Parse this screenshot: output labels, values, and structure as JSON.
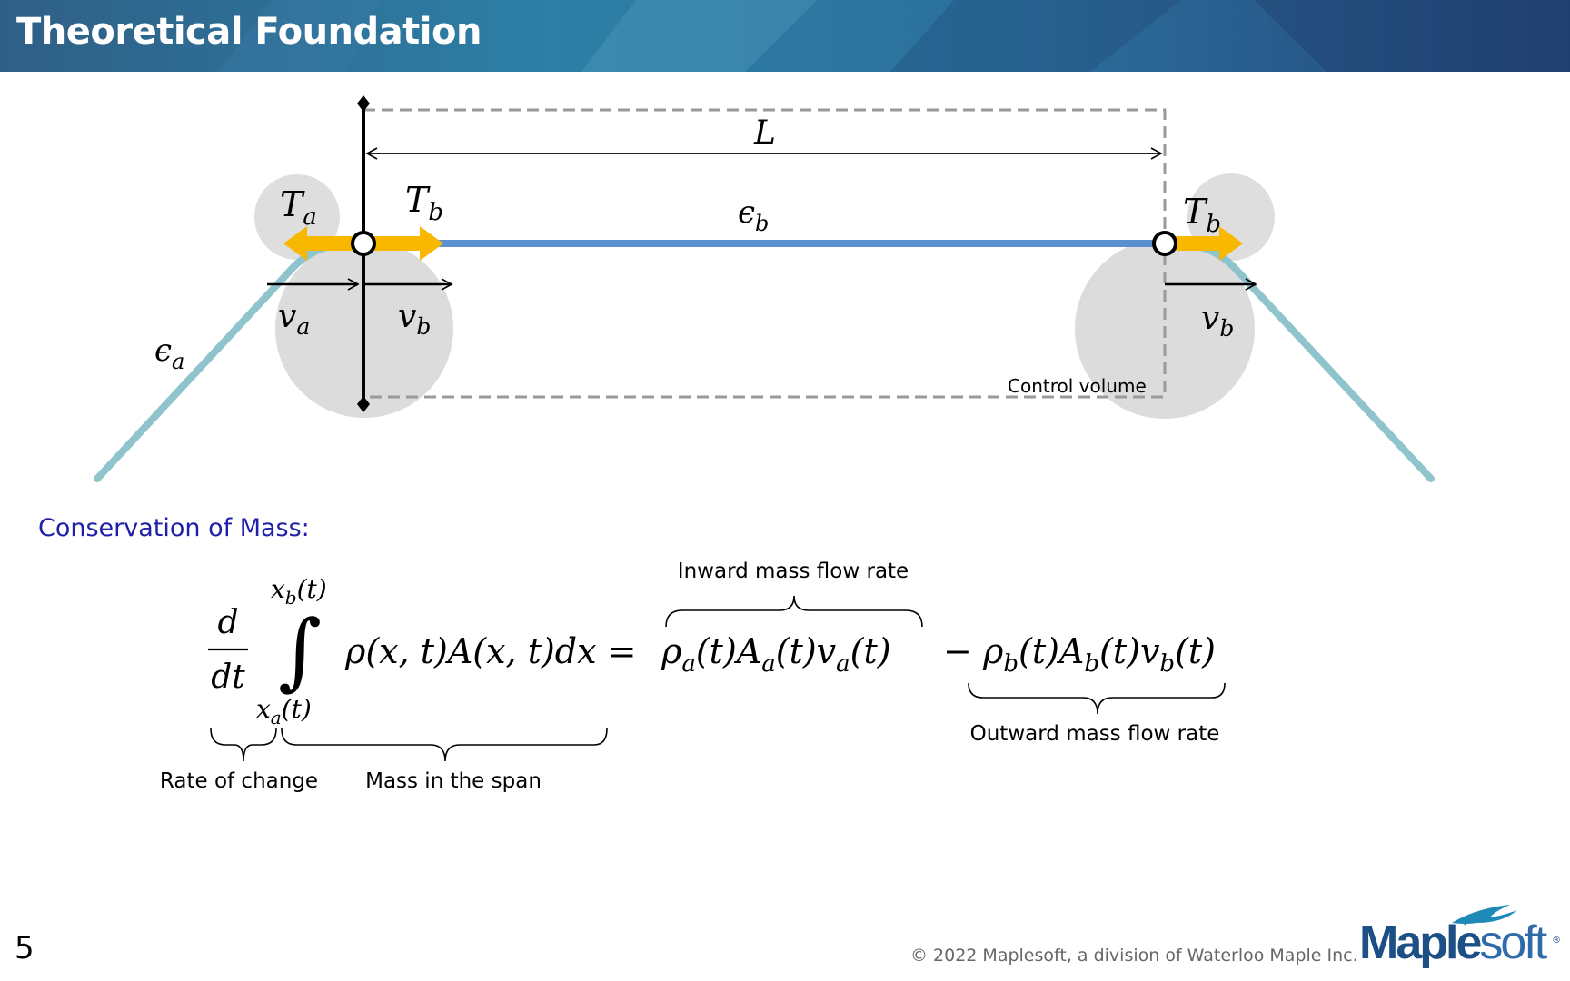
{
  "slide": {
    "title": "Theoretical Foundation",
    "number": "5",
    "copyright": "© 2022 Maplesoft, a division of Waterloo Maple Inc.",
    "logo_text_bold": "Maple",
    "logo_text_light": "soft",
    "logo_tm": "®"
  },
  "colors": {
    "header": "#2d7fa6",
    "web_span": "#5b8fcf",
    "web_slack": "#8fc4cc",
    "tension_arrow": "#f8b800",
    "roller": "#dcdcdc",
    "heading": "#1f1fa8"
  },
  "diagram": {
    "length_label": "L",
    "tension_a_label": "T",
    "tension_a_sub": "a",
    "tension_b_label": "T",
    "tension_b_sub": "b",
    "strain_b_label": "ϵ",
    "strain_b_sub": "b",
    "strain_a_label": "ϵ",
    "strain_a_sub": "a",
    "velocity_a_label": "v",
    "velocity_a_sub": "a",
    "velocity_b_label": "v",
    "velocity_b_sub": "b",
    "control_volume_label": "Control volume"
  },
  "conservation": {
    "heading": "Conservation of Mass:",
    "frac_num": "d",
    "frac_den": "dt",
    "upper_limit": "x",
    "upper_limit_sub": "b",
    "upper_limit_arg": "(t)",
    "lower_limit": "x",
    "lower_limit_sub": "a",
    "lower_limit_arg": "(t)",
    "integral_sign": "∫",
    "integrand": "ρ(x, t)A(x, t)dx = ",
    "inflow_rho": "ρ",
    "inflow_rho_sub": "a",
    "inflow_A": "(t)A",
    "inflow_A_sub": "a",
    "inflow_v": "(t)v",
    "inflow_v_sub": "a",
    "inflow_tail": "(t)",
    "minus": "−",
    "outflow_rho": "ρ",
    "outflow_rho_sub": "b",
    "outflow_A": "(t)A",
    "outflow_A_sub": "b",
    "outflow_v": "(t)v",
    "outflow_v_sub": "b",
    "outflow_tail": "(t)",
    "annotation_inward": "Inward mass flow rate",
    "annotation_outward": "Outward mass flow rate",
    "annotation_rate": "Rate of change",
    "annotation_mass": "Mass in the span"
  }
}
